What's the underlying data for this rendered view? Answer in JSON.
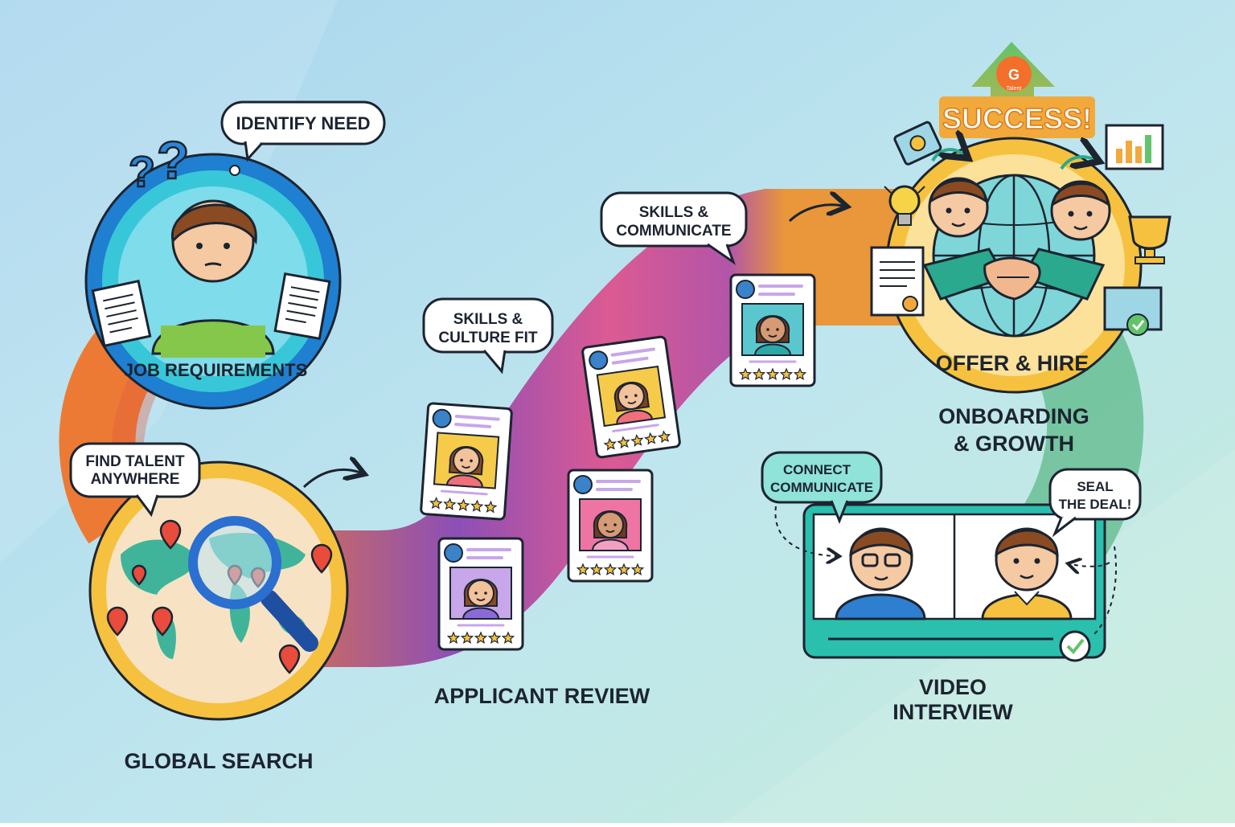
{
  "brand": {
    "logo_text": "Talent",
    "accent": "#f36f2b"
  },
  "colors": {
    "bg_left": "#a9d6ee",
    "bg_right": "#c4ecd9",
    "path_orange": "#ec7a35",
    "path_purple": "#8c4fb6",
    "path_pink": "#dc5a93",
    "path_green": "#5dba8a",
    "ring_yellow": "#f5c13f",
    "ring_blue": "#1f7fd0",
    "teal": "#2bbfae",
    "success_green": "#62c46a",
    "success_orange": "#f2a93b"
  },
  "stages": {
    "job_requirements": "JOB REQUIREMENTS",
    "global_search": "GLOBAL SEARCH",
    "applicant_review": "APPLICANT REVIEW",
    "video_interview_line1": "VIDEO",
    "video_interview_line2": "INTERVIEW",
    "offer_hire": "OFFER & HIRE",
    "onboarding_line1": "ONBOARDING",
    "onboarding_line2": "& GROWTH"
  },
  "bubbles": {
    "identify_need": "IDENTIFY NEED",
    "find_talent_line1": "FIND TALENT",
    "find_talent_line2": "ANYWHERE",
    "skills_culture_line1": "SKILLS &",
    "skills_culture_line2": "CULTURE FIT",
    "skills_communicate_line1": "SKILLS &",
    "skills_communicate_line2": "COMMUNICATE",
    "connect_line1": "CONNECT",
    "connect_line2": "COMMUNICATE",
    "seal_line1": "SEAL",
    "seal_line2": "THE DEAL!"
  },
  "success_banner": "SUCCESS!",
  "icons": {
    "question": "question-mark-icon",
    "document": "document-icon",
    "map_pin": "map-pin-icon",
    "magnifier": "magnifier-icon",
    "star": "star-icon",
    "arrow": "arrow-icon",
    "handshake": "handshake-icon",
    "globe": "globe-icon",
    "lightbulb": "lightbulb-icon",
    "trophy": "trophy-icon",
    "bar_chart": "bar-chart-icon",
    "certificate": "certificate-icon",
    "checkmark": "checkmark-icon",
    "money": "money-icon"
  },
  "applicants": [
    {
      "skin": "#f2c29a",
      "hair": "#8a4b22",
      "bg": "#f6cb4a",
      "shirt": "#ef6f7a",
      "stars": 5
    },
    {
      "skin": "#f2c29a",
      "hair": "#8a4b22",
      "bg": "#c8a6ea",
      "shirt": "#8a6ad8",
      "stars": 5
    },
    {
      "skin": "#f2c29a",
      "hair": "#7b4420",
      "bg": "#f6cb4a",
      "shirt": "#ef6f7a",
      "stars": 5
    },
    {
      "skin": "#d69a74",
      "hair": "#6e3b1d",
      "bg": "#ee74a4",
      "shirt": "#f2a0c0",
      "stars": 5
    },
    {
      "skin": "#d69a74",
      "hair": "#6e3b1d",
      "bg": "#5ac7cf",
      "shirt": "#2aa9a7",
      "stars": 5
    }
  ]
}
